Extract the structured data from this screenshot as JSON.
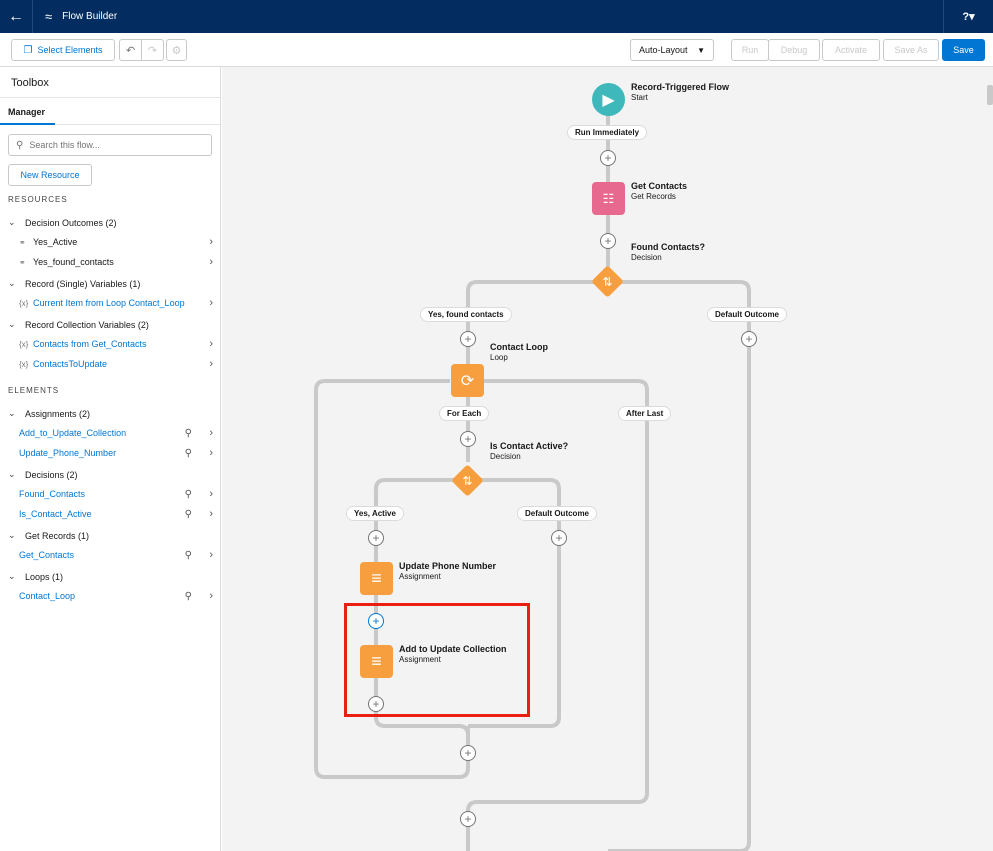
{
  "app": {
    "title": "Flow Builder",
    "help_label": "?"
  },
  "toolbar": {
    "select_elements": "Select Elements",
    "layout": "Auto-Layout",
    "run": "Run",
    "debug": "Debug",
    "activate": "Activate",
    "save_as": "Save As",
    "save": "Save"
  },
  "sidebar": {
    "title": "Toolbox",
    "tab": "Manager",
    "search_placeholder": "Search this flow...",
    "new_resource": "New Resource",
    "resources_title": "RESOURCES",
    "elements_title": "ELEMENTS",
    "resource_groups": [
      {
        "label": "Decision Outcomes (2)",
        "items": [
          "Yes_Active",
          "Yes_found_contacts"
        ]
      },
      {
        "label": "Record (Single) Variables (1)",
        "items": [
          "Current Item from Loop Contact_Loop"
        ]
      },
      {
        "label": "Record Collection Variables (2)",
        "items": [
          "Contacts from Get_Contacts",
          "ContactsToUpdate"
        ]
      }
    ],
    "element_groups": [
      {
        "label": "Assignments (2)",
        "items": [
          "Add_to_Update_Collection",
          "Update_Phone_Number"
        ]
      },
      {
        "label": "Decisions (2)",
        "items": [
          "Found_Contacts",
          "Is_Contact_Active"
        ]
      },
      {
        "label": "Get Records (1)",
        "items": [
          "Get_Contacts"
        ]
      },
      {
        "label": "Loops (1)",
        "items": [
          "Contact_Loop"
        ]
      }
    ]
  },
  "canvas": {
    "start": {
      "title": "Record-Triggered Flow",
      "subtitle": "Start"
    },
    "run_immediately": "Run Immediately",
    "get_contacts": {
      "title": "Get Contacts",
      "subtitle": "Get Records"
    },
    "found_contacts": {
      "title": "Found Contacts?",
      "subtitle": "Decision"
    },
    "yes_found_contacts": "Yes, found contacts",
    "default_outcome_1": "Default Outcome",
    "contact_loop": {
      "title": "Contact Loop",
      "subtitle": "Loop"
    },
    "for_each": "For Each",
    "after_last": "After Last",
    "is_contact_active": {
      "title": "Is Contact Active?",
      "subtitle": "Decision"
    },
    "yes_active": "Yes, Active",
    "default_outcome_2": "Default Outcome",
    "update_phone": {
      "title": "Update Phone Number",
      "subtitle": "Assignment"
    },
    "add_to_update": {
      "title": "Add to Update Collection",
      "subtitle": "Assignment"
    }
  },
  "colors": {
    "header": "#032d60",
    "brand": "#0176d3",
    "highlight": "#ea1f12"
  }
}
